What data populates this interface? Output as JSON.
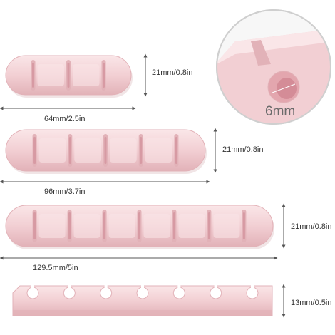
{
  "product": {
    "color_main": "#f2cfd3",
    "color_shadow": "#e2b2b8",
    "color_light": "#fae6e8",
    "color_dim_line": "#555555",
    "color_circle_edge": "#cfcfcf"
  },
  "organizers": [
    {
      "name": "organizer-3-slot",
      "slots": 3,
      "width_label": "64mm/2.5in",
      "height_label": "21mm/0.8in"
    },
    {
      "name": "organizer-5-slot",
      "slots": 5,
      "width_label": "96mm/3.7in",
      "height_label": "21mm/0.8in"
    },
    {
      "name": "organizer-7-slot",
      "slots": 7,
      "width_label": "129.5mm/5in",
      "height_label": "21mm/0.8in"
    },
    {
      "name": "organizer-7-slot-side",
      "slots": 7,
      "width_label": "",
      "height_label": "13mm/0.5in"
    }
  ],
  "detail": {
    "hole_label": "6mm"
  }
}
